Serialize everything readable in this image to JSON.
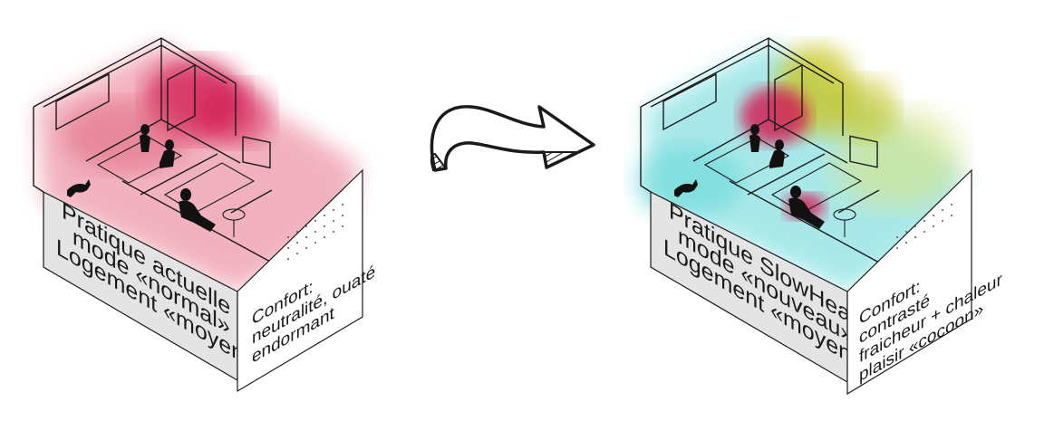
{
  "left_panel": {
    "front_lines": [
      "Pratique actuelle",
      "mode «normal»",
      "Logement «moyen»"
    ],
    "side_lines": [
      "Confort:",
      "neutralité, ouaté",
      "endormant"
    ]
  },
  "right_panel": {
    "front_lines": [
      "Pratique SlowHeat",
      "mode «nouveau»",
      "Logement «moyen»"
    ],
    "side_lines": [
      "Confort:",
      "contrasté",
      "fraicheur + chaleur",
      "plaisir «cocoon»"
    ]
  },
  "colors": {
    "warm_pink": "#e7738a",
    "hot_crimson": "#d21650",
    "cool_cyan": "#63d7d8",
    "warm_yellow": "#c9c41c",
    "wall_grey": "#e4e4e4",
    "ink": "#1a1a1a"
  },
  "arrow_icon": "curved-right-arrow-icon"
}
